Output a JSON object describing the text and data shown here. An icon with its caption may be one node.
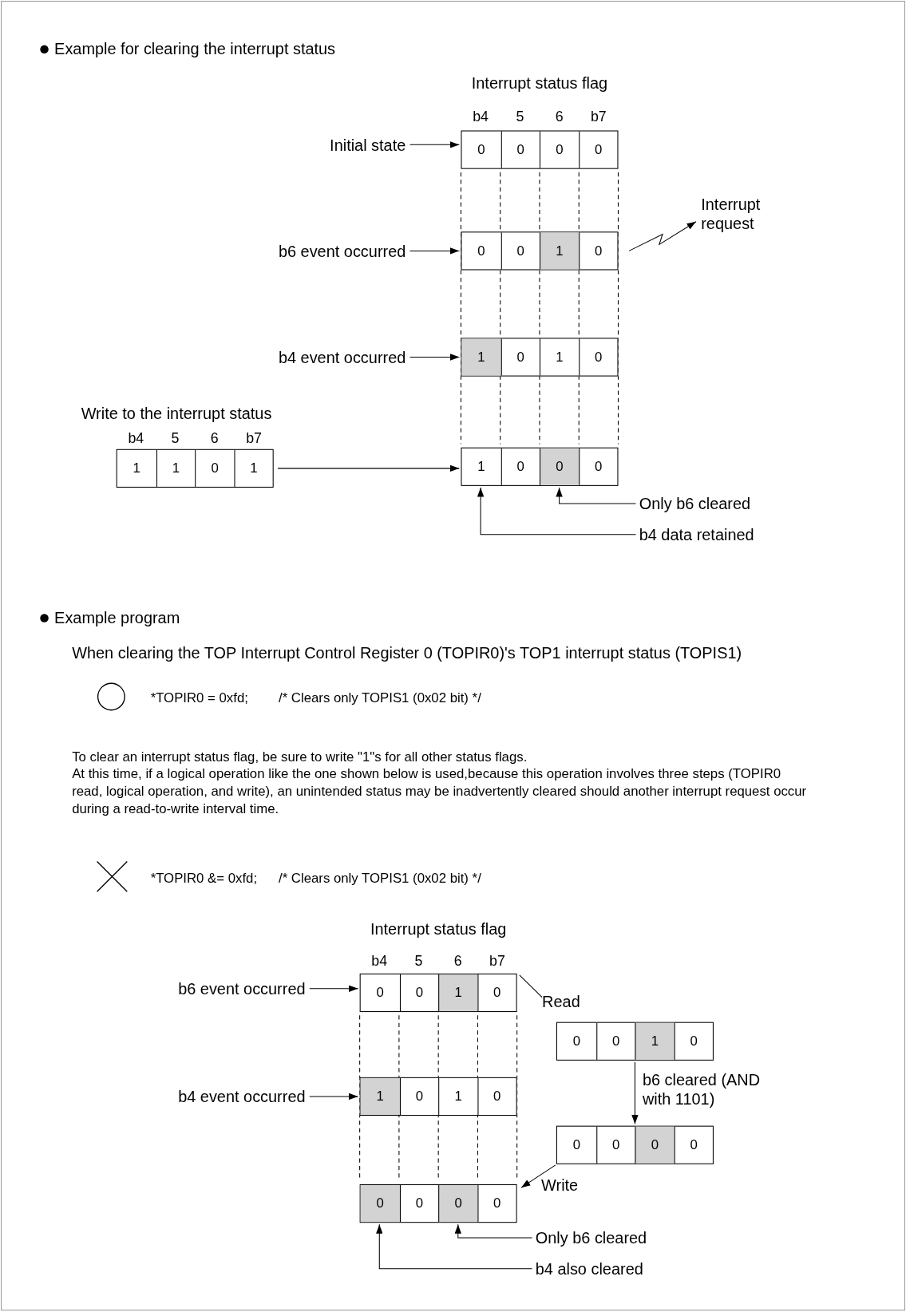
{
  "diagram": {
    "nodes": [
      {
        "text": [
          "Initial state"
        ]
      },
      {
        "text": [],
        "shape": "box"
      },
      {
        "text": [
          "0"
        ],
        "in": 1
      },
      {
        "text": [
          "0"
        ],
        "in": 1
      },
      {
        "text": [
          "0"
        ],
        "in": 1
      },
      {
        "text": [
          "0"
        ],
        "in": 1
      },
      {
        "text": [
          "b6 event occurred"
        ]
      },
      {
        "text": [],
        "shape": "box"
      },
      {
        "text": [
          "0"
        ],
        "in": 7
      },
      {
        "text": [
          "0"
        ],
        "in": 7
      },
      {
        "text": [
          "1"
        ],
        "in": 7
      },
      {
        "text": [
          "0"
        ],
        "in": 7
      },
      {
        "text": [
          "Interrupt request"
        ]
      },
      {
        "text": [
          "b4 event occurred"
        ]
      },
      {
        "text": [],
        "shape": "box"
      },
      {
        "text": [
          "1"
        ],
        "in": 14
      },
      {
        "text": [
          "0"
        ],
        "in": 14
      },
      {
        "text": [
          "1"
        ],
        "in": 14
      },
      {
        "text": [
          "0"
        ],
        "in": 14
      },
      {
        "text": [],
        "shape": "box"
      },
      {
        "text": [
          "1"
        ],
        "in": 19
      },
      {
        "text": [
          "1"
        ],
        "in": 19
      },
      {
        "text": [
          "0"
        ],
        "in": 19
      },
      {
        "text": [
          "1"
        ],
        "in": 19
      },
      {
        "text": [],
        "shape": "box"
      },
      {
        "text": [
          "1"
        ],
        "in": 24
      },
      {
        "text": [
          "0"
        ],
        "in": 24
      },
      {
        "text": [
          "0"
        ],
        "in": 24
      },
      {
        "text": [
          "0"
        ],
        "in": 24
      },
      {
        "text": [
          "Only b6 cleared"
        ]
      },
      {
        "text": [
          "b4 data retained"
        ]
      },
      {
        "text": [
          "b6 event occurred"
        ]
      },
      {
        "text": [],
        "shape": "box"
      },
      {
        "text": [
          "0"
        ],
        "in": 32
      },
      {
        "text": [
          "0"
        ],
        "in": 32
      },
      {
        "text": [
          "1"
        ],
        "in": 32
      },
      {
        "text": [
          "0"
        ],
        "in": 32
      },
      {
        "text": [],
        "shape": "box"
      },
      {
        "text": [
          "0"
        ],
        "in": 37
      },
      {
        "text": [
          "0"
        ],
        "in": 37
      },
      {
        "text": [
          "1"
        ],
        "in": 37
      },
      {
        "text": [
          "0"
        ],
        "in": 37
      },
      {
        "text": [
          "b4 event occurred"
        ]
      },
      {
        "text": [],
        "shape": "box"
      },
      {
        "text": [
          "1"
        ],
        "in": 43
      },
      {
        "text": [
          "0"
        ],
        "in": 43
      },
      {
        "text": [
          "1"
        ],
        "in": 43
      },
      {
        "text": [
          "0"
        ],
        "in": 43
      },
      {
        "text": [],
        "shape": "box"
      },
      {
        "text": [
          "0"
        ],
        "in": 48
      },
      {
        "text": [
          "0"
        ],
        "in": 48
      },
      {
        "text": [
          "0"
        ],
        "in": 48
      },
      {
        "text": [
          "0"
        ],
        "in": 48
      },
      {
        "text": [],
        "shape": "box"
      },
      {
        "text": [
          "0"
        ],
        "in": 53
      },
      {
        "text": [
          "0"
        ],
        "in": 53
      },
      {
        "text": [
          "0"
        ],
        "in": 53
      },
      {
        "text": [
          "0"
        ],
        "in": 53
      },
      {
        "text": [
          "Only b6 cleared"
        ]
      },
      {
        "text": [
          "b4 also cleared"
        ]
      }
    ],
    "edges": [
      {
        "from": 0,
        "to": 1,
        "arrow": "to"
      },
      {
        "from": 6,
        "to": 7,
        "arrow": "to"
      },
      {
        "from": 7,
        "to": 12,
        "arrow": "to"
      },
      {
        "from": 13,
        "to": 14,
        "arrow": "to"
      },
      {
        "from": 19,
        "to": 24,
        "arrow": "to"
      },
      {
        "from": 29,
        "to": 27,
        "arrow": "to"
      },
      {
        "from": 30,
        "to": 25,
        "arrow": "to"
      },
      {
        "from": 31,
        "to": 32,
        "arrow": "to"
      },
      {
        "from": 32,
        "to": 37,
        "arrow": "to",
        "label": "Read"
      },
      {
        "from": 37,
        "to": 48,
        "arrow": "to",
        "label": "b6 cleared (AND with 1101)"
      },
      {
        "from": 48,
        "to": 53,
        "arrow": "to",
        "label": "Write"
      },
      {
        "from": 42,
        "to": 43,
        "arrow": "to"
      },
      {
        "from": 58,
        "to": 56,
        "arrow": "to"
      },
      {
        "from": 59,
        "to": 54,
        "arrow": "to"
      }
    ],
    "labels": [
      "Example for clearing the interrupt status",
      "Interrupt status flag",
      "b4",
      "5",
      "6",
      "b7",
      "Write to the interrupt status",
      "b4",
      "5",
      "6",
      "b7",
      "Example program",
      "When clearing the TOP Interrupt Control Register 0 (TOPIR0)'s TOP1 interrupt status (TOPIS1)",
      "*TOPIR0 = 0xfd;",
      "/* Clears only TOPIS1 (0x02 bit) */",
      "To clear an interrupt status flag, be sure to write \"1\"s for all other status flags.",
      "At this time, if a logical operation like the one shown below is used,because this operation involves three steps (TOPIR0 read, logical operation, and write), an unintended status may be inadvertently cleared should another interrupt request occur during a read-to-write interval time.",
      "*TOPIR0 &= 0xfd;",
      "/* Clears only TOPIS1 (0x02 bit) */",
      "Interrupt status flag",
      "b4",
      "5",
      "6",
      "b7"
    ]
  }
}
